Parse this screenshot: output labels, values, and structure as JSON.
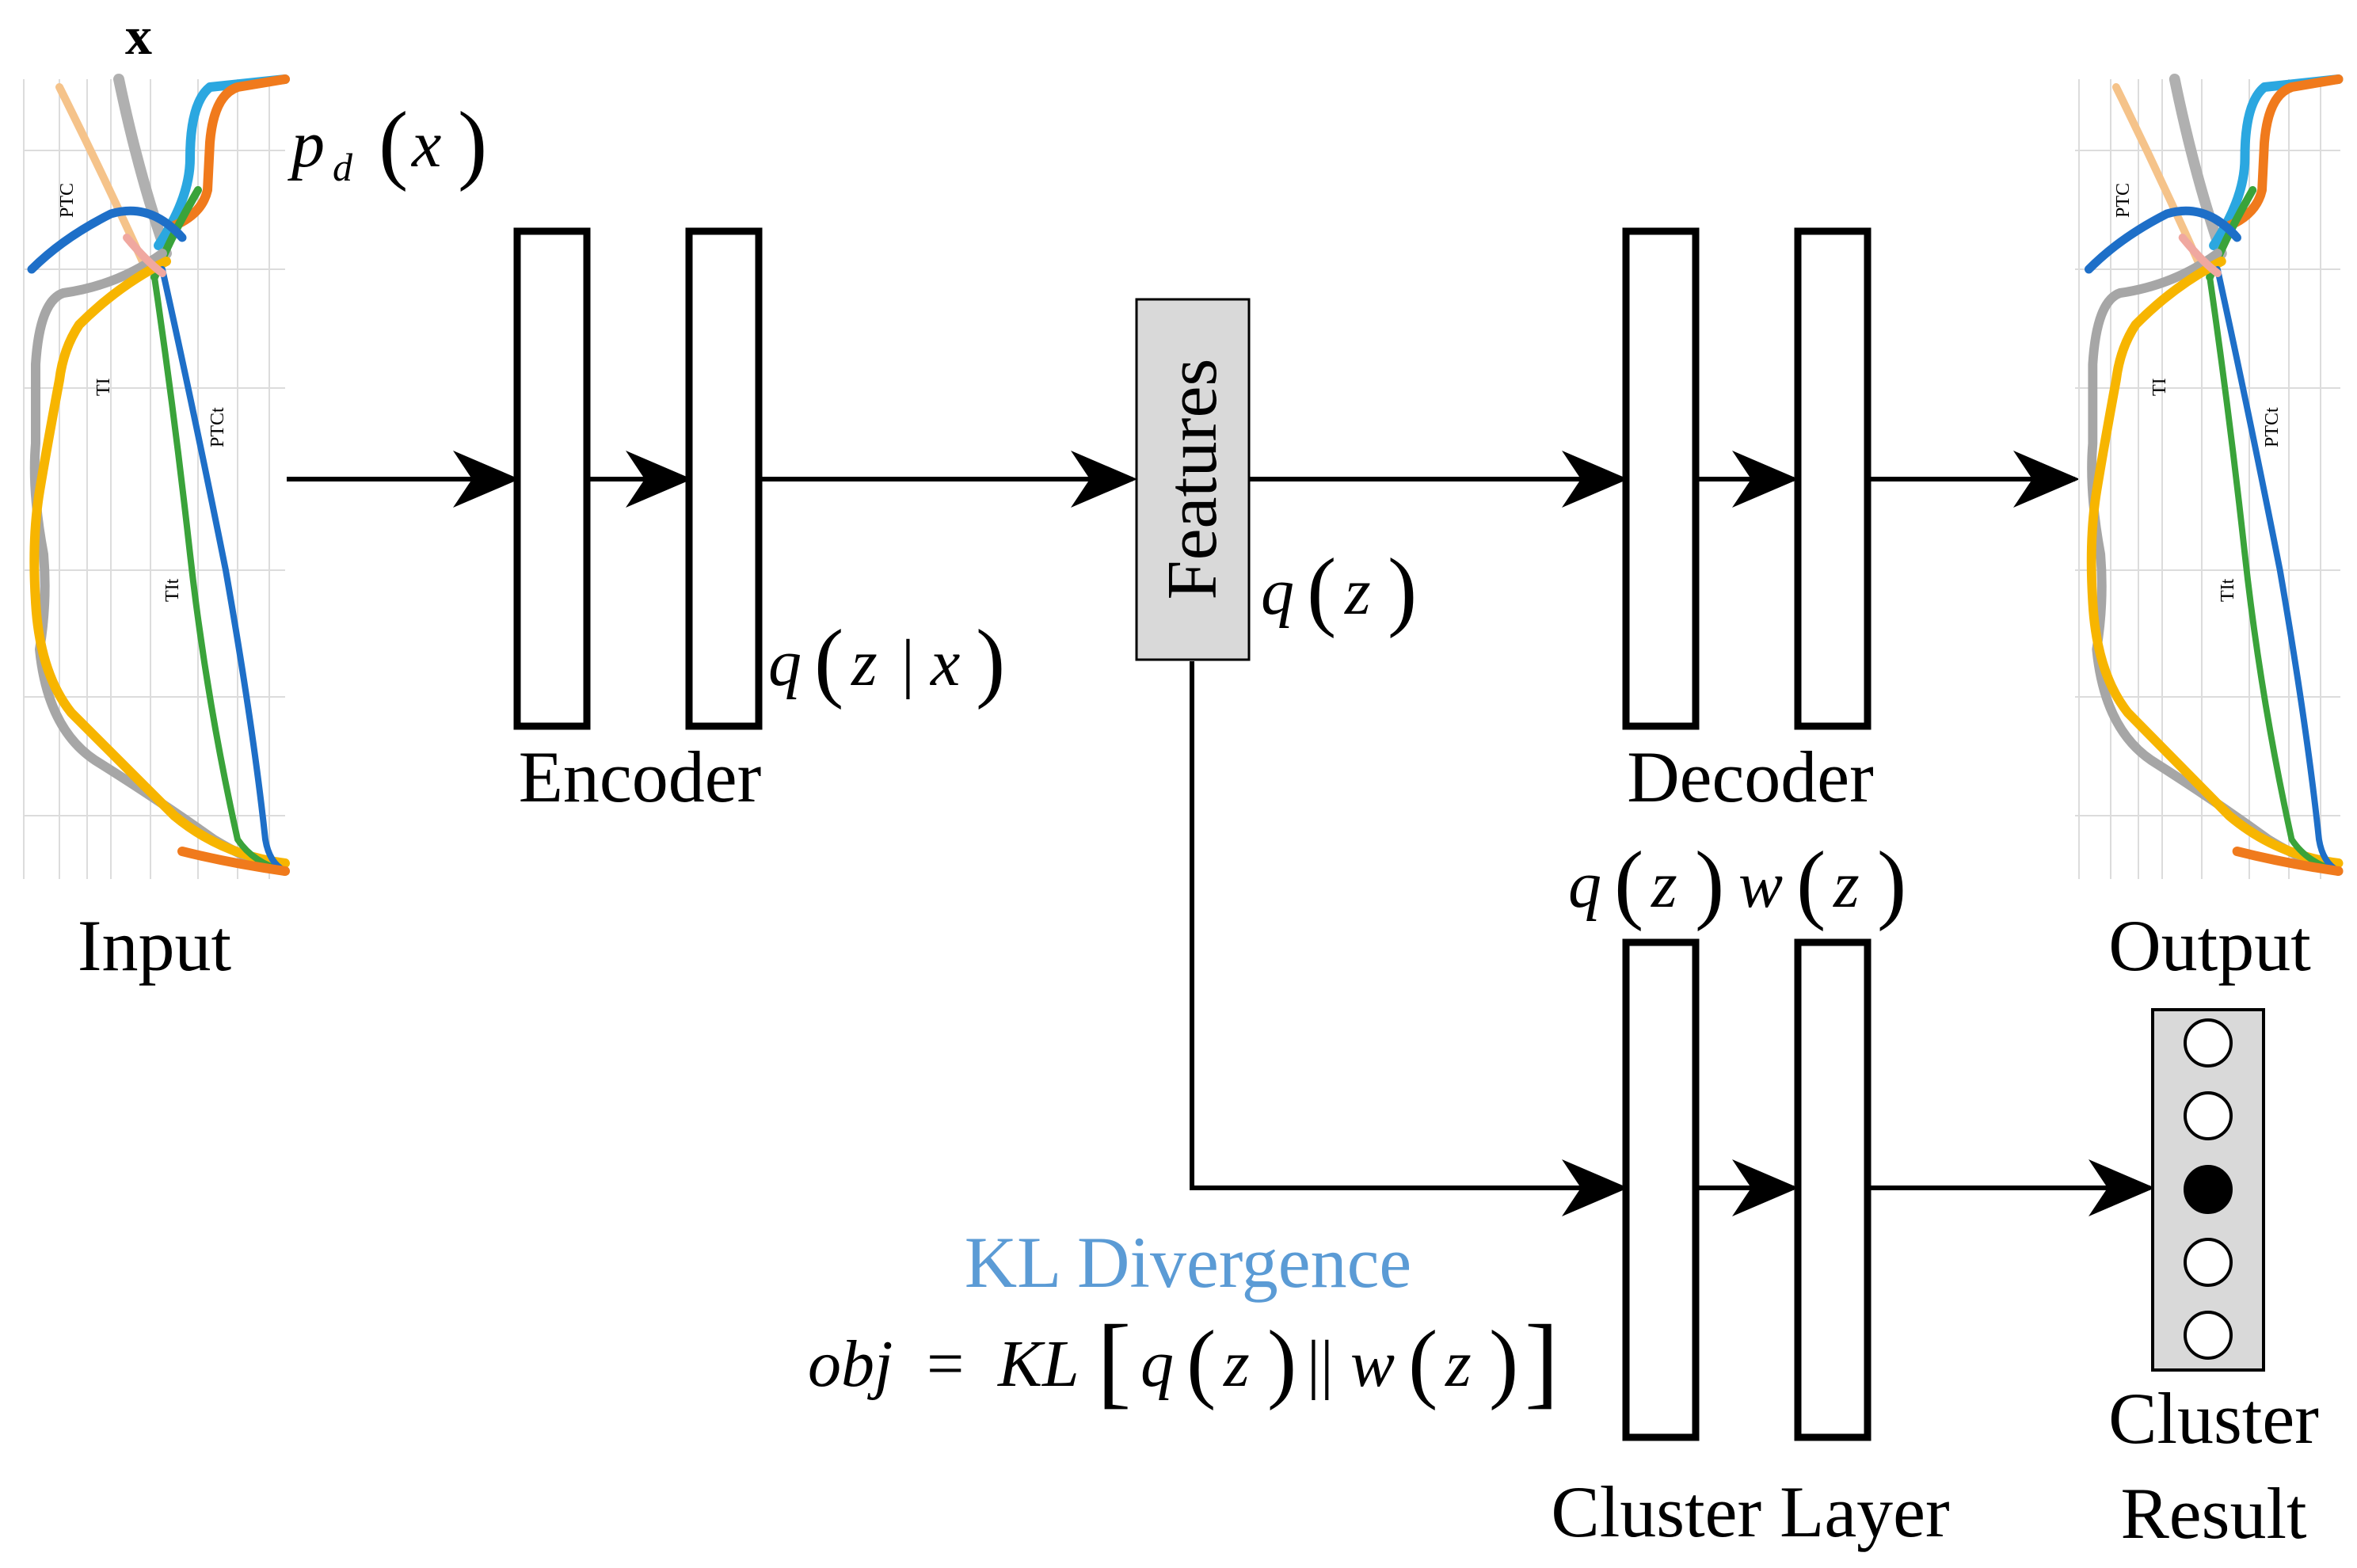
{
  "input": {
    "var": "x",
    "dist": "p_d(x)",
    "label": "Input",
    "curve_labels": [
      "PTC",
      "TI",
      "PTCt",
      "TIt"
    ]
  },
  "encoder": {
    "label": "Encoder",
    "dist": "q(z | x)"
  },
  "features": {
    "label": "Features",
    "dist": "q(z)"
  },
  "decoder": {
    "label": "Decoder"
  },
  "output": {
    "label": "Output",
    "curve_labels": [
      "PTC",
      "TI",
      "PTCt",
      "TIt"
    ]
  },
  "cluster_layer": {
    "label": "Cluster Layer",
    "dist": "q(z) w(z)"
  },
  "kl": {
    "title": "KL Divergence",
    "objective": "obj = KL[ q(z) || w(z) ]"
  },
  "result": {
    "label_line1": "Cluster",
    "label_line2": "Result",
    "selected_index": 2,
    "count": 5
  },
  "colors": {
    "line": "#000000",
    "features_fill": "#d9d9d9",
    "kl_title": "#5b9bd5",
    "curve_blue": "#1e6fc8",
    "curve_green": "#3aa33a",
    "curve_orange": "#f07a1c",
    "curve_yellow": "#f7b500",
    "curve_gray": "#a6a6a6",
    "curve_lightblue": "#2ba7e0",
    "curve_peach": "#f5c38a",
    "curve_pink": "#f0a8a0"
  }
}
